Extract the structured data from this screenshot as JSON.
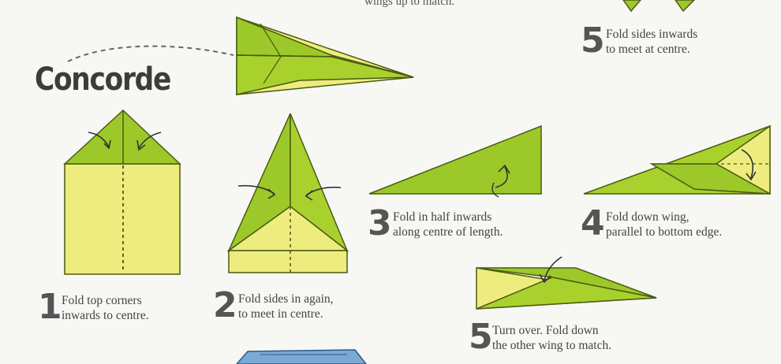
{
  "title": "Concorde",
  "top_caption": "wings up to match.",
  "colors": {
    "fold_green": "#9cc929",
    "fold_yellow": "#eeec7e",
    "outline": "#4a5a12",
    "text": "#444444",
    "blue_paper": "#7aa9d6"
  },
  "steps": [
    {
      "number": "5",
      "line1": "Fold sides inwards",
      "line2": "to meet at centre."
    },
    {
      "number": "1",
      "line1": "Fold top corners",
      "line2": "inwards to centre."
    },
    {
      "number": "2",
      "line1": "Fold sides in again,",
      "line2": "to meet in centre."
    },
    {
      "number": "3",
      "line1": "Fold in half inwards",
      "line2": "along centre of length."
    },
    {
      "number": "4",
      "line1": "Fold down wing,",
      "line2": "parallel to bottom edge."
    },
    {
      "number": "5",
      "line1": "Turn over. Fold down",
      "line2": "the other wing to match."
    }
  ]
}
